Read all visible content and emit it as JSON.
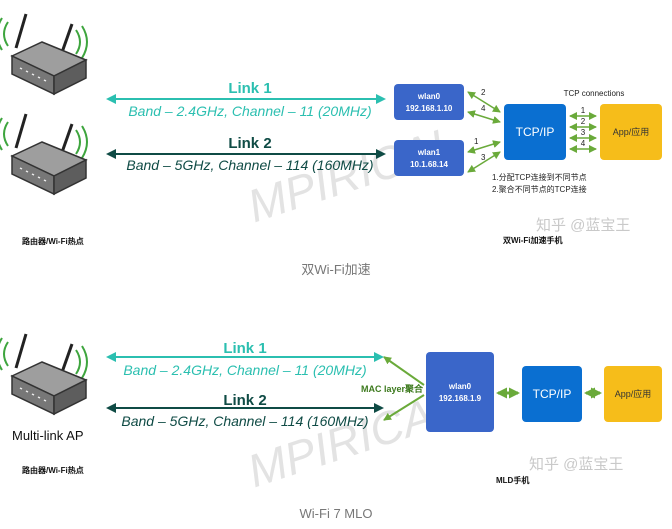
{
  "panel1": {
    "link1": {
      "title": "Link 1",
      "band": "Band – 2.4GHz, Channel – 11 (20MHz)"
    },
    "link2": {
      "title": "Link 2",
      "band": "Band – 5GHz, Channel – 114 (160MHz)"
    },
    "wlan0": {
      "name": "wlan0",
      "ip": "192.168.1.10"
    },
    "wlan1": {
      "name": "wlan1",
      "ip": "10.1.68.14"
    },
    "tcpip": "TCP/IP",
    "app": "App/应用",
    "tcp_connections": "TCP connections",
    "conn_nums_left": [
      "2",
      "4",
      "1",
      "3"
    ],
    "conn_nums_right": [
      "1",
      "2",
      "3",
      "4"
    ],
    "notes": [
      "1.分配TCP连接到不同节点",
      "2.聚合不同节点的TCP连接"
    ],
    "router_label": "路由器/Wi-Fi热点",
    "phone_label": "双Wi-Fi加速手机",
    "caption": "双Wi-Fi加速"
  },
  "panel2": {
    "link1": {
      "title": "Link 1",
      "band": "Band – 2.4GHz, Channel – 11 (20MHz)"
    },
    "link2": {
      "title": "Link 2",
      "band": "Band – 5GHz, Channel – 114 (160MHz)"
    },
    "ap_label": "Multi-link AP",
    "mac_label": "MAC layer聚合",
    "wlan0": {
      "name": "wlan0",
      "ip": "192.168.1.9"
    },
    "tcpip": "TCP/IP",
    "app": "App/应用",
    "router_label": "路由器/Wi-Fi热点",
    "phone_label": "MLD手机",
    "caption": "Wi-Fi 7 MLO"
  },
  "watermark": "MPIRICAL",
  "zhihu": "知乎 @蓝宝王",
  "colors": {
    "teal": "#2bbfb0",
    "dark_green": "#0f4b45",
    "blue": "#3a66c9",
    "tcp_blue": "#0a6fd1",
    "app_yellow": "#f6bd1a",
    "arrow_green": "#6aaa3a"
  }
}
